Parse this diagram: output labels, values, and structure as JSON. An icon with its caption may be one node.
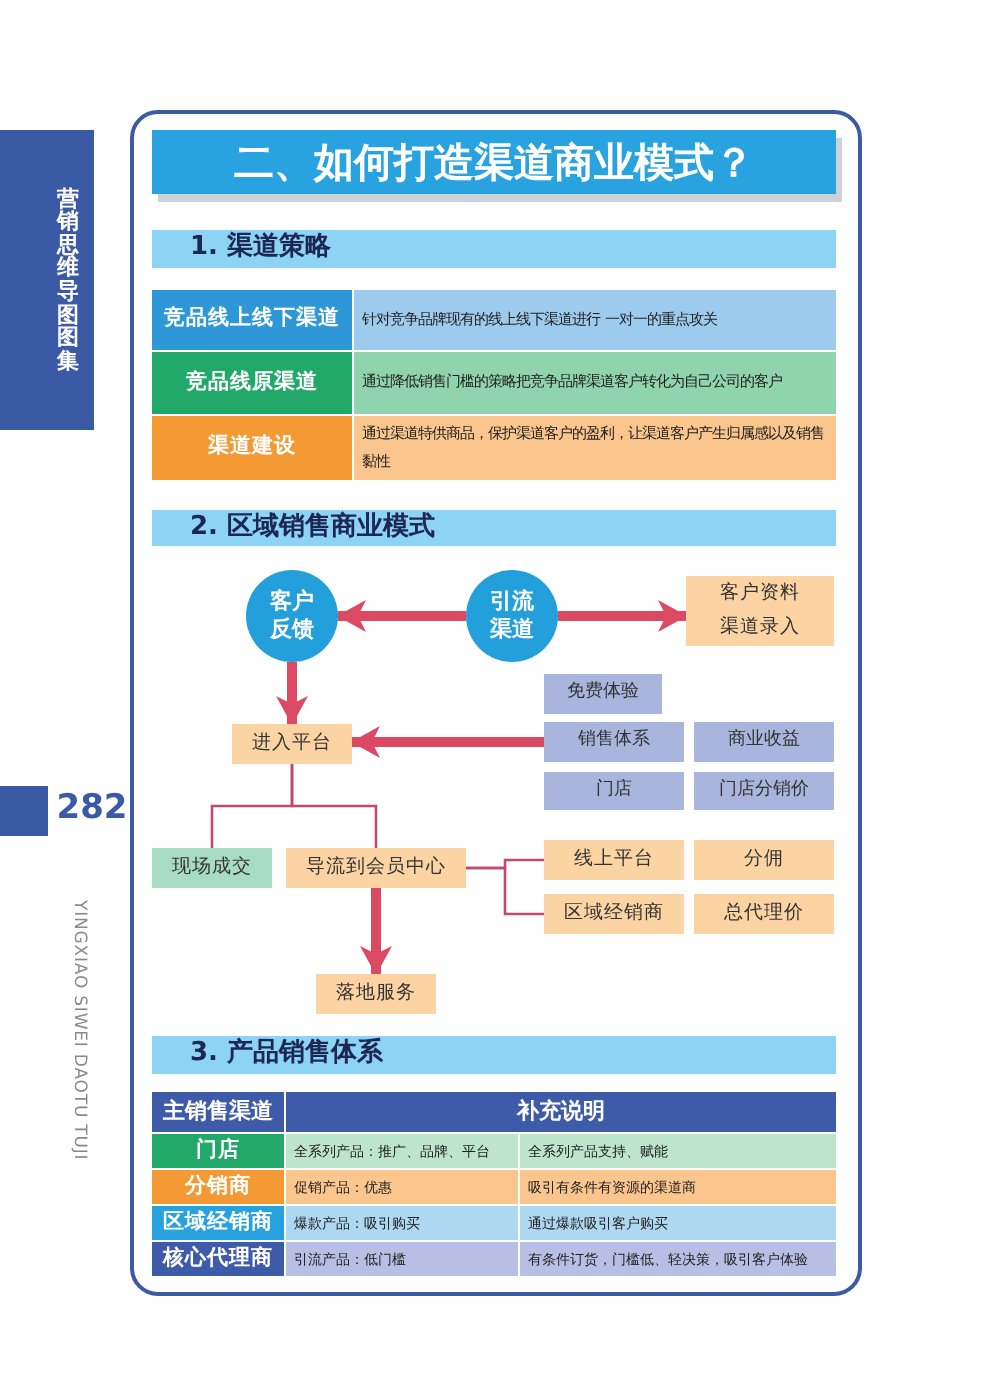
{
  "diagram": {
    "title": "二、如何打造渠道商业模式？",
    "nodes": [
      {
        "text": [
          "营销思维导图图集"
        ]
      },
      {
        "text": [
          "1. 渠道策略"
        ]
      },
      {
        "text": [
          "2. 区域销售商业模式"
        ]
      },
      {
        "text": [
          "客户反馈"
        ]
      },
      {
        "text": [
          "引流渠道"
        ]
      },
      {
        "text": [
          "客户资料渠道录入"
        ]
      },
      {
        "text": [
          "免费体验"
        ]
      },
      {
        "text": [
          "销售体系"
        ]
      },
      {
        "text": [
          "商业收益"
        ]
      },
      {
        "text": [
          "门店"
        ]
      },
      {
        "text": [
          "门店分销价"
        ]
      },
      {
        "text": [
          "进入平台"
        ]
      },
      {
        "text": [
          "现场成交"
        ]
      },
      {
        "text": [
          "导流到会员中心"
        ]
      },
      {
        "text": [
          "线上平台"
        ]
      },
      {
        "text": [
          "分佣"
        ]
      },
      {
        "text": [
          "区域经销商"
        ]
      },
      {
        "text": [
          "总代理价"
        ]
      },
      {
        "text": [
          "落地服务"
        ]
      },
      {
        "text": [
          "3. 产品销售体系"
        ]
      }
    ],
    "edges": [
      {
        "from": 4,
        "to": 3,
        "arrow": "to"
      },
      {
        "from": 4,
        "to": 5,
        "arrow": "to"
      },
      {
        "from": 3,
        "to": 11,
        "arrow": "to"
      },
      {
        "from": 7,
        "to": 11,
        "arrow": "to"
      },
      {
        "from": 11,
        "to": 12,
        "arrow": "none"
      },
      {
        "from": 11,
        "to": 13,
        "arrow": "none"
      },
      {
        "from": 13,
        "to": 14,
        "arrow": "none"
      },
      {
        "from": 13,
        "to": 16,
        "arrow": "none"
      },
      {
        "from": 13,
        "to": 18,
        "arrow": "to"
      }
    ],
    "labels": [
      "竞品线上线下渠道",
      "针对竞争品牌现有的线上线下渠道进行 一对一的重点攻关",
      "竞品线原渠道",
      "通过降低销售门槛的策略把竞争品牌渠道客户转化为自己公司的客户",
      "渠道建设",
      "通过渠道特供商品，保护渠道客户的盈利，让渠道客户产生归属感以及销售黏性",
      "282",
      "YINGXIAO SIWEI DAOTU TUJI",
      "主销售渠道",
      "补充说明",
      "门店",
      "全系列产品：推广、品牌、平台",
      "全系列产品支持、赋能",
      "分销商",
      "促销产品：优惠",
      "吸引有条件有资源的渠道商",
      "区域经销商",
      "爆款产品：吸引购买",
      "通过爆款吸引客户购买",
      "核心代理商",
      "引流产品：低门槛",
      "有条件订货，门槛低、轻决策，吸引客户体验"
    ]
  }
}
